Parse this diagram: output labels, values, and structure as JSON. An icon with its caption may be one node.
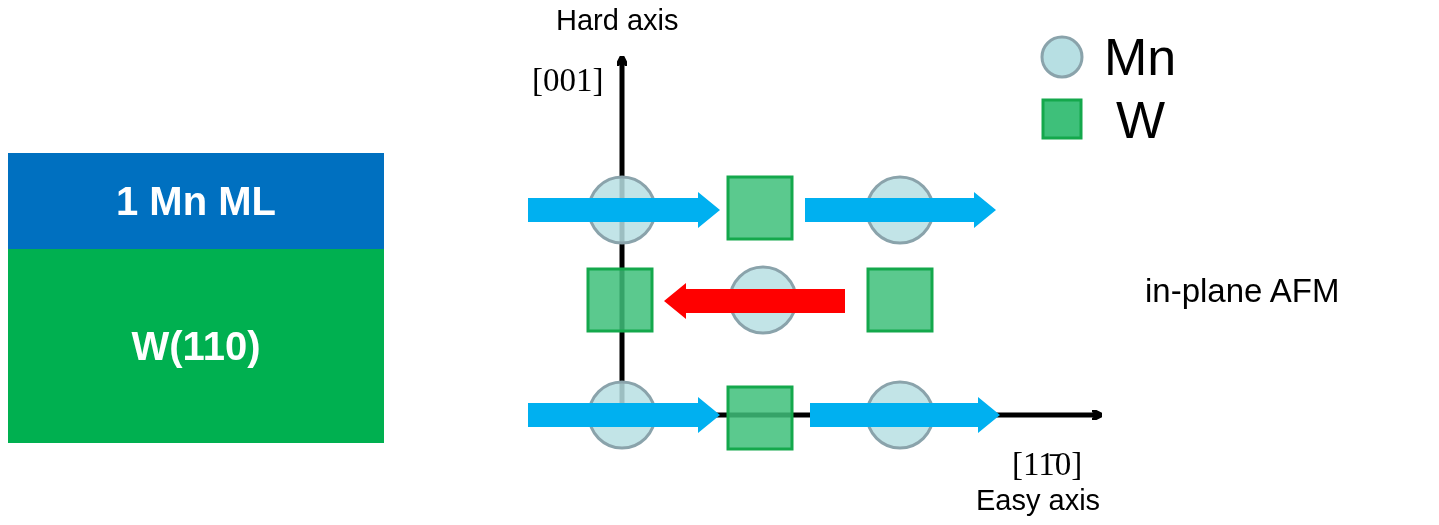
{
  "diagram": {
    "nodes": [
      {
        "text": [
          "1 Mn ML"
        ]
      },
      {
        "text": [
          "W(110)"
        ]
      }
    ],
    "labels": [
      "Hard axis",
      "[001]",
      "[11̄0]",
      "Easy axis",
      "in-plane AFM"
    ],
    "legend": [
      {
        "text": "Mn"
      },
      {
        "text": "W"
      }
    ]
  }
}
